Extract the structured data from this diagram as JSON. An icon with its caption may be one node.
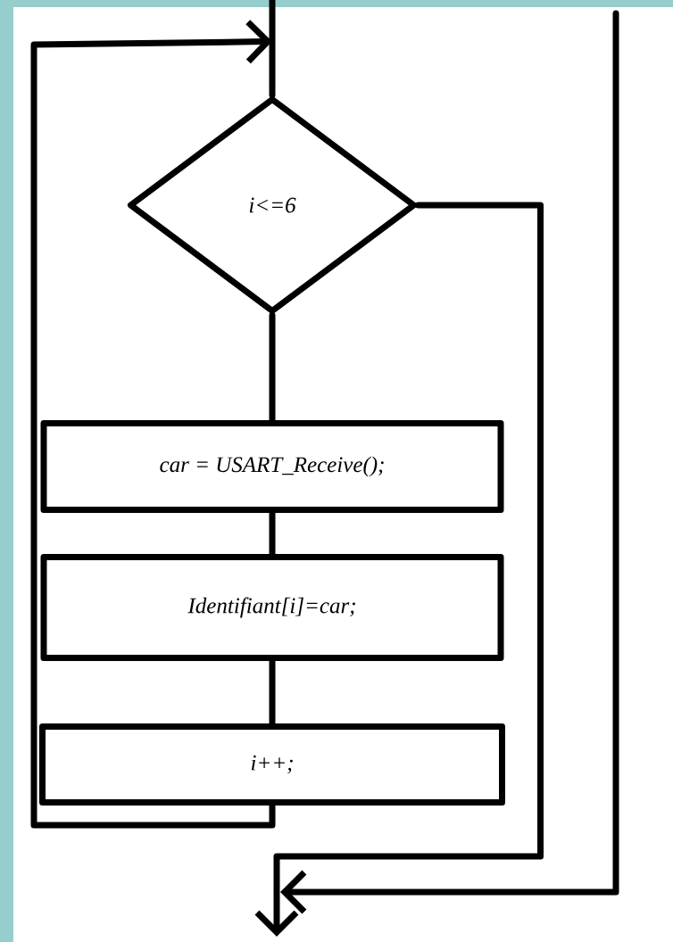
{
  "diagram": {
    "nodes": [
      {
        "text": [
          "i<=6"
        ]
      },
      {
        "text": [
          "car = USART_Receive();"
        ]
      },
      {
        "text": [
          "Identifiant[i]=car;"
        ]
      },
      {
        "text": [
          "i++;"
        ]
      }
    ],
    "edges": [
      {
        "from": null,
        "to": 0,
        "arrow": "none"
      },
      {
        "from": 0,
        "to": 1,
        "arrow": "none"
      },
      {
        "from": 1,
        "to": 2,
        "arrow": "none"
      },
      {
        "from": 2,
        "to": 3,
        "arrow": "none"
      },
      {
        "from": 3,
        "to": 0,
        "arrow": "to"
      },
      {
        "from": 0,
        "to": null,
        "arrow": "to"
      }
    ]
  }
}
